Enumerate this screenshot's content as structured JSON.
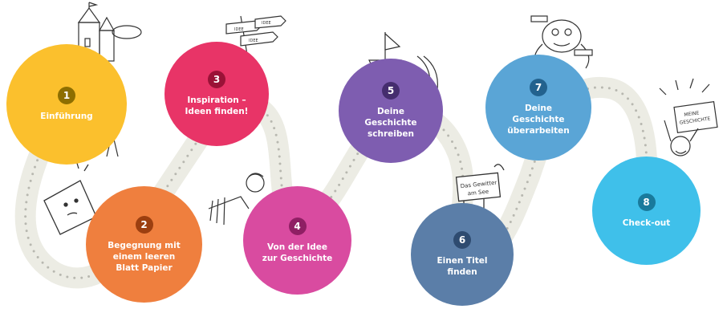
{
  "steps": [
    {
      "number": "1",
      "label": "Einführung",
      "color": "#FBC02D",
      "badge": "#8D6E00"
    },
    {
      "number": "2",
      "label": "Begegnung mit\neinem leeren\nBlatt Papier",
      "color": "#EF7F3E",
      "badge": "#9C3F10"
    },
    {
      "number": "3",
      "label": "Inspiration –\nIdeen finden!",
      "color": "#E83467",
      "badge": "#9A1237"
    },
    {
      "number": "4",
      "label": "Von der Idee\nzur Geschichte",
      "color": "#D94BA0",
      "badge": "#8F1F64"
    },
    {
      "number": "5",
      "label": "Deine\nGeschichte\nschreiben",
      "color": "#7E5DB0",
      "badge": "#452D6E"
    },
    {
      "number": "6",
      "label": "Einen Titel\nfinden",
      "color": "#5B7EA8",
      "badge": "#2E4B70"
    },
    {
      "number": "7",
      "label": "Deine\nGeschichte\nüberarbeiten",
      "color": "#5AA5D6",
      "badge": "#23628E"
    },
    {
      "number": "8",
      "label": "Check-out",
      "color": "#3FC0EA",
      "badge": "#197A9C"
    }
  ],
  "sign_text": [
    "Das Gewitter",
    "am See"
  ],
  "book_text": [
    "MEINE",
    "GESCHICHTE"
  ],
  "path_color": "#ECECE4",
  "dot_color": "#B8B8B0"
}
